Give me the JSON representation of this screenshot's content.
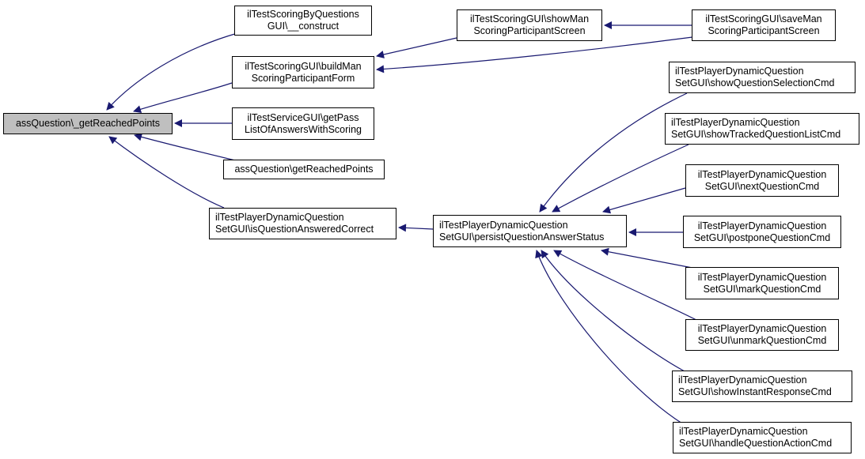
{
  "graph": {
    "edge_color": "#191970",
    "root_fill": "#bfbfbf",
    "node_fill": "#ffffff",
    "nodes": [
      {
        "id": "n0",
        "lines": [
          "assQuestion\\_getReachedPoints"
        ],
        "root": true
      },
      {
        "id": "n1",
        "lines": [
          "ilTestScoringByQuestions",
          "GUI\\__construct"
        ]
      },
      {
        "id": "n2",
        "lines": [
          "ilTestScoringGUI\\buildMan",
          "ScoringParticipantForm"
        ]
      },
      {
        "id": "n3",
        "lines": [
          "ilTestServiceGUI\\getPass",
          "ListOfAnswersWithScoring"
        ]
      },
      {
        "id": "n4",
        "lines": [
          "assQuestion\\getReachedPoints"
        ]
      },
      {
        "id": "n5",
        "lines": [
          "ilTestPlayerDynamicQuestion",
          "SetGUI\\isQuestionAnsweredCorrect"
        ]
      },
      {
        "id": "n6",
        "lines": [
          "ilTestScoringGUI\\showMan",
          "ScoringParticipantScreen"
        ]
      },
      {
        "id": "n7",
        "lines": [
          "ilTestScoringGUI\\saveMan",
          "ScoringParticipantScreen"
        ]
      },
      {
        "id": "n8",
        "lines": [
          "ilTestPlayerDynamicQuestion",
          "SetGUI\\persistQuestionAnswerStatus"
        ]
      },
      {
        "id": "n9",
        "lines": [
          "ilTestPlayerDynamicQuestion",
          "SetGUI\\showQuestionSelectionCmd"
        ]
      },
      {
        "id": "n10",
        "lines": [
          "ilTestPlayerDynamicQuestion",
          "SetGUI\\showTrackedQuestionListCmd"
        ]
      },
      {
        "id": "n11",
        "lines": [
          "ilTestPlayerDynamicQuestion",
          "SetGUI\\nextQuestionCmd"
        ]
      },
      {
        "id": "n12",
        "lines": [
          "ilTestPlayerDynamicQuestion",
          "SetGUI\\postponeQuestionCmd"
        ]
      },
      {
        "id": "n13",
        "lines": [
          "ilTestPlayerDynamicQuestion",
          "SetGUI\\markQuestionCmd"
        ]
      },
      {
        "id": "n14",
        "lines": [
          "ilTestPlayerDynamicQuestion",
          "SetGUI\\unmarkQuestionCmd"
        ]
      },
      {
        "id": "n15",
        "lines": [
          "ilTestPlayerDynamicQuestion",
          "SetGUI\\showInstantResponseCmd"
        ]
      },
      {
        "id": "n16",
        "lines": [
          "ilTestPlayerDynamicQuestion",
          "SetGUI\\handleQuestionActionCmd"
        ]
      }
    ],
    "edges": [
      {
        "from": "n1",
        "to": "n0"
      },
      {
        "from": "n2",
        "to": "n0"
      },
      {
        "from": "n3",
        "to": "n0"
      },
      {
        "from": "n4",
        "to": "n0"
      },
      {
        "from": "n5",
        "to": "n0"
      },
      {
        "from": "n6",
        "to": "n2"
      },
      {
        "from": "n7",
        "to": "n2"
      },
      {
        "from": "n7",
        "to": "n6"
      },
      {
        "from": "n8",
        "to": "n5"
      },
      {
        "from": "n9",
        "to": "n8"
      },
      {
        "from": "n10",
        "to": "n8"
      },
      {
        "from": "n11",
        "to": "n8"
      },
      {
        "from": "n12",
        "to": "n8"
      },
      {
        "from": "n13",
        "to": "n8"
      },
      {
        "from": "n14",
        "to": "n8"
      },
      {
        "from": "n15",
        "to": "n8"
      },
      {
        "from": "n16",
        "to": "n8"
      }
    ]
  }
}
